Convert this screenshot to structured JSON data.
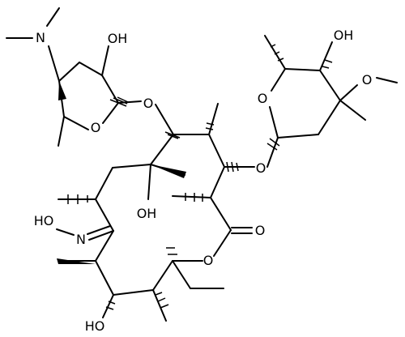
{
  "structure": {
    "labels": {
      "nme2_n": "N",
      "ho_desosamine": "OH",
      "o_glyco1": "O",
      "o_ring_desosamine": "O",
      "o_glyco2": "O",
      "o_ring_cladinose": "O",
      "oh_cladinose": "OH",
      "o_methoxy": "O",
      "oh_c6": "OH",
      "ho_oxime": "HO",
      "n_oxime": "N",
      "o_carbonyl": "O",
      "o_lactone": "O",
      "ho_c11": "HO"
    }
  },
  "colors": {
    "ink": "#000000",
    "background": "#ffffff"
  }
}
